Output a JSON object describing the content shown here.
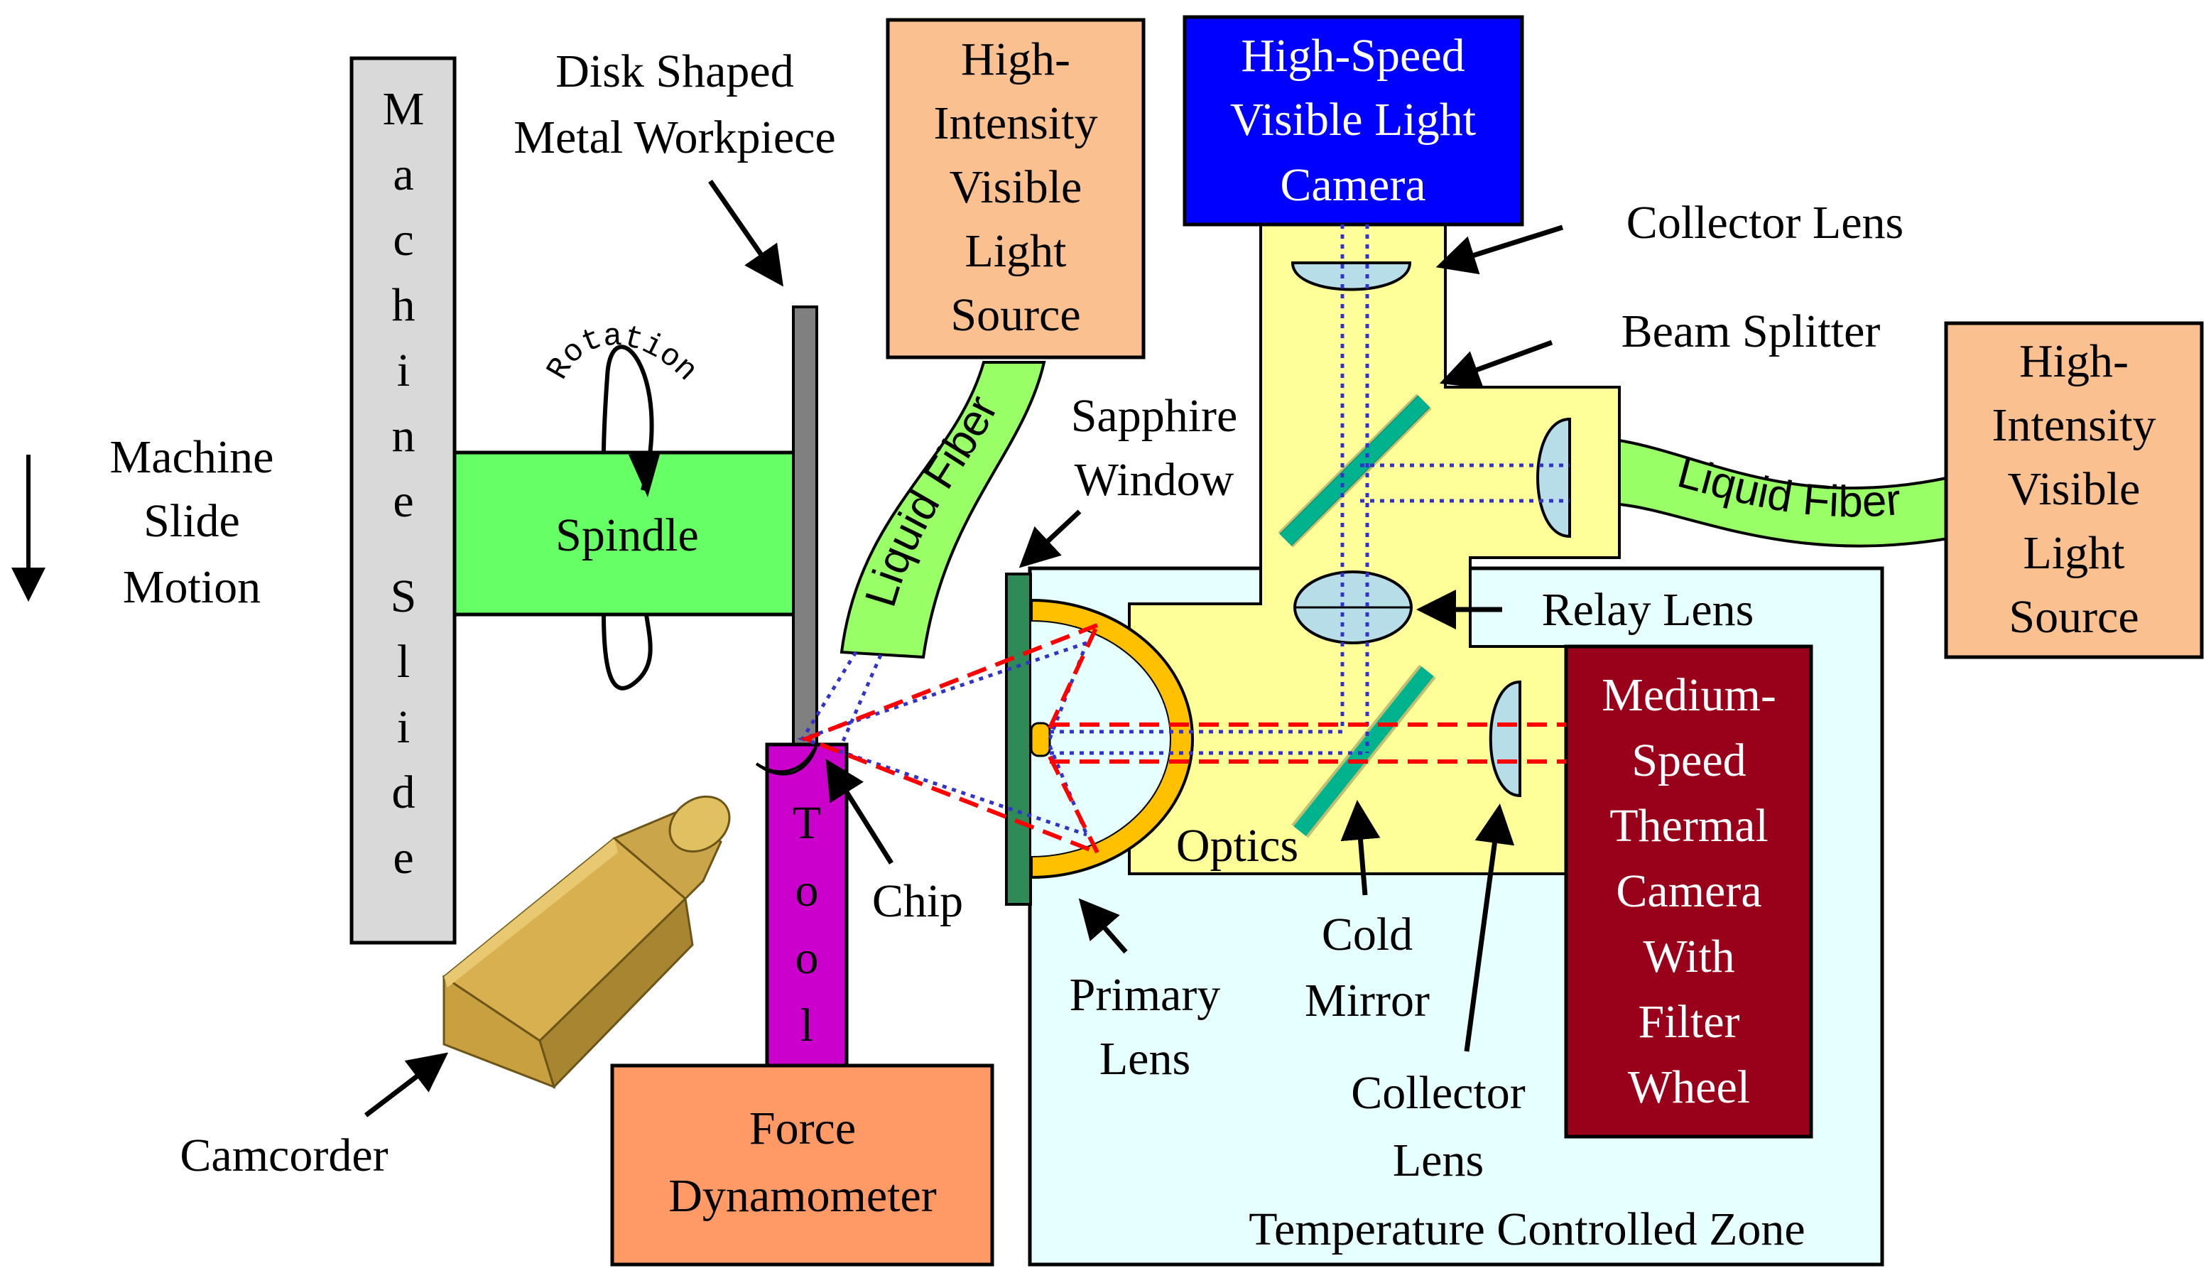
{
  "colors": {
    "machine_slide": "#d9d9d9",
    "spindle": "#66ff66",
    "workpiece": "#808080",
    "tool": "#cc00cc",
    "dynamometer": "#ff9966",
    "light_source": "#fac090",
    "high_speed_camera": "#0000ff",
    "optics_housing": "#ffff99",
    "temperature_zone": "#e6ffff",
    "thermal_camera": "#99001a",
    "liquid_fiber": "#99ff66",
    "lens": "#b7dde8",
    "mirror": "#00b38f",
    "primary_lens_ring": "#ffc000",
    "camcorder": "#c8a040",
    "visible_light_path": "#3333cc",
    "thermal_path": "#ff0000"
  },
  "labels": {
    "machine_slide_motion": [
      "Machine",
      "Slide",
      "Motion"
    ],
    "machine_slide": [
      "M",
      "a",
      "c",
      "h",
      "i",
      "n",
      "e",
      "S",
      "l",
      "i",
      "d",
      "e"
    ],
    "rotation": "Rotation",
    "spindle": "Spindle",
    "workpiece": [
      "Disk Shaped",
      "Metal Workpiece"
    ],
    "light_source_left": [
      "High-",
      "Intensity",
      "Visible",
      "Light",
      "Source"
    ],
    "liquid_fiber_left": "Liquid Fiber",
    "high_speed_camera": [
      "High-Speed",
      "Visible Light",
      "Camera"
    ],
    "collector_lens_top": "Collector Lens",
    "beam_splitter": "Beam Splitter",
    "light_source_right": [
      "High-",
      "Intensity",
      "Visible",
      "Light",
      "Source"
    ],
    "liquid_fiber_right": "Liquid Fiber",
    "sapphire_window": [
      "Sapphire",
      "Window"
    ],
    "relay_lens": "Relay Lens",
    "thermal_camera": [
      "Medium-",
      "Speed",
      "Thermal",
      "Camera",
      "With",
      "Filter",
      "Wheel"
    ],
    "tool": [
      "T",
      "o",
      "o",
      "l"
    ],
    "chip": "Chip",
    "optics": "Optics",
    "cold_mirror": [
      "Cold",
      "Mirror"
    ],
    "primary_lens": [
      "Primary",
      "Lens"
    ],
    "collector_lens_bottom": [
      "Collector",
      "Lens"
    ],
    "camcorder": "Camcorder",
    "force_dynamometer": [
      "Force",
      "Dynamometer"
    ],
    "temperature_zone": "Temperature Controlled Zone"
  }
}
